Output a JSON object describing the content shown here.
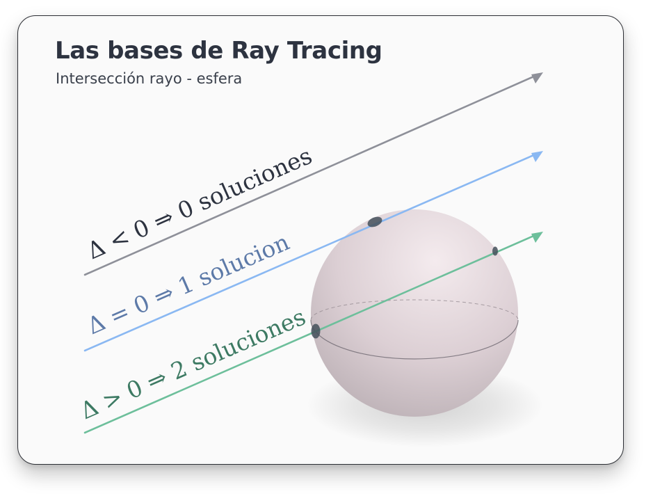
{
  "header": {
    "title": "Las bases de Ray Tracing",
    "subtitle": "Intersección rayo - esfera"
  },
  "rays": [
    {
      "label": "Δ < 0 ⇒ 0 soluciones",
      "color": "#8e9099",
      "label_color": "#2d3340"
    },
    {
      "label": "Δ = 0 ⇒ 1 solucion",
      "color": "#8ab8f2",
      "label_color": "#5d7aa8"
    },
    {
      "label": "Δ > 0 ⇒ 2 soluciones",
      "color": "#6dbf9b",
      "label_color": "#3d7a63"
    }
  ],
  "sphere": {
    "fill": "#e2d6da",
    "point_color": "#44505a"
  }
}
